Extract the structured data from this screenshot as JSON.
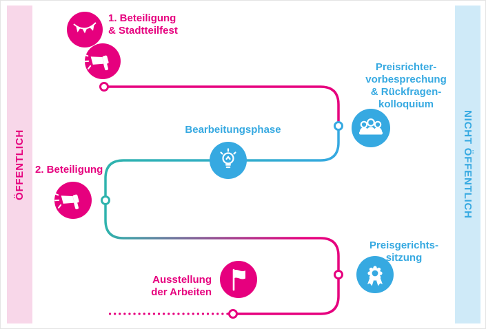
{
  "colors": {
    "pink": "#e6007e",
    "blue": "#36a9e1",
    "teal": "#2fb3ad",
    "pink-band": "#f8d7e9",
    "blue-band": "#cfeaf8"
  },
  "bands": {
    "left": "ÖFFENTLICH",
    "right": "NICHT ÖFFENTLICH"
  },
  "steps": {
    "step1": "1. Beteiligung\n& Stadtteilfest",
    "jury_briefing": "Preisrichter-\nvorbesprechung\n& Rückfragen-\nkolloquium",
    "work_phase": "Bearbeitungsphase",
    "step2": "2. Beteiligung",
    "jury_session": "Preisgerichts-\nsitzung",
    "exhibition": "Ausstellung\nder Arbeiten"
  },
  "flow_sequence": [
    "1. Beteiligung & Stadtteilfest",
    "Preisrichtervorbesprechung & Rückfragenkolloquium",
    "Bearbeitungsphase",
    "2. Beteiligung",
    "Preisgerichtssitzung",
    "Ausstellung der Arbeiten"
  ]
}
